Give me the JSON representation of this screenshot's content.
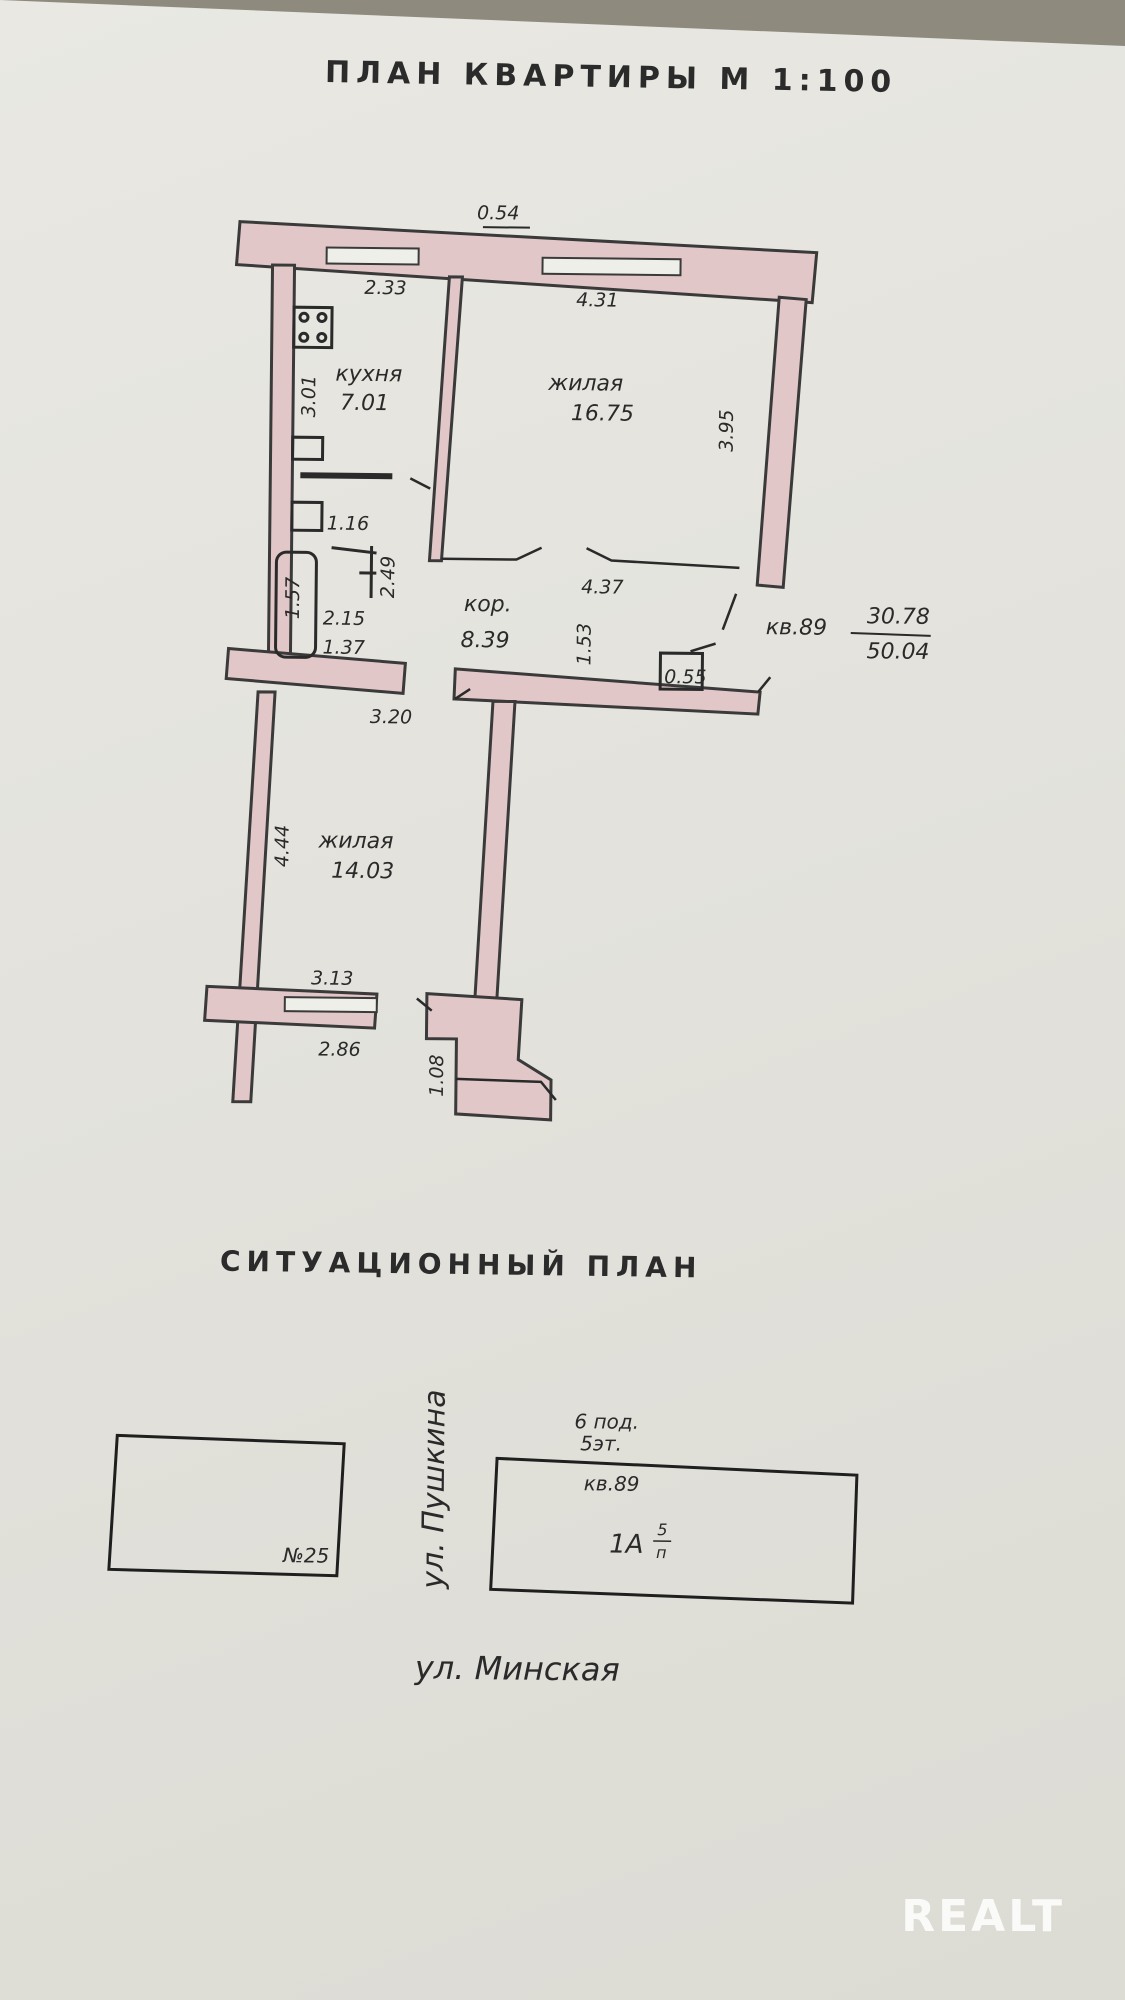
{
  "document": {
    "title": "ПЛАН КВАРТИРЫ М 1:100",
    "site_title": "СИТУАЦИОННЫЙ ПЛАН"
  },
  "floor_plan": {
    "rooms": [
      {
        "name": "кухня",
        "area": "7.01"
      },
      {
        "name": "жилая",
        "area": "16.75"
      },
      {
        "name": "кор.",
        "area": "8.39"
      },
      {
        "name": "жилая",
        "area": "14.03"
      }
    ],
    "dims": {
      "d054": "0.54",
      "d233": "2.33",
      "d431": "4.31",
      "d301": "3.01",
      "d395": "3.95",
      "d116": "1.16",
      "d249": "2.49",
      "d437": "4.37",
      "d157": "1.57",
      "d215": "2.15",
      "d137": "1.37",
      "d153": "1.53",
      "d055": "0.55",
      "d320": "3.20",
      "d444": "4.44",
      "d313": "3.13",
      "d286": "2.86",
      "d108": "1.08"
    },
    "apartment_label": "кв.89",
    "living_area": "30.78",
    "total_area": "50.04"
  },
  "site_plan": {
    "left_building_label": "№25",
    "street_vertical": "ул. Пушкина",
    "street_horizontal": "ул. Минская",
    "building_info_line1": "6 под.",
    "building_info_line2": "5эт.",
    "apartment": "кв.89",
    "house_number": "1А",
    "fraction_top": "5",
    "fraction_bottom": "п"
  },
  "watermark": "REALT",
  "colors": {
    "paper": "#e6e5df",
    "wall_fill": "#e2c7c8",
    "ink": "#2a2a2a",
    "background": "#8f8a7e"
  }
}
